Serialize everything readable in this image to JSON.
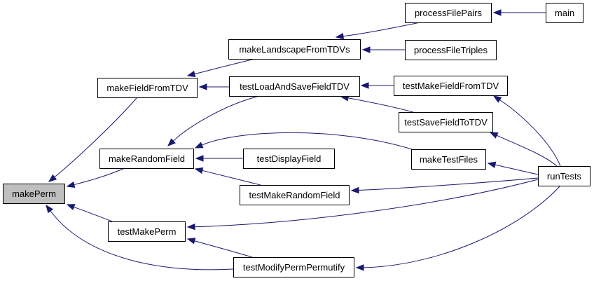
{
  "graph": {
    "edge_color": "#191970",
    "highlight_fill": "#bfbfbf",
    "nodes": [
      {
        "id": "makePerm",
        "label": "makePerm",
        "highlight": true
      },
      {
        "id": "makeFieldFromTDV",
        "label": "makeFieldFromTDV"
      },
      {
        "id": "makeRandomField",
        "label": "makeRandomField"
      },
      {
        "id": "testMakePerm",
        "label": "testMakePerm"
      },
      {
        "id": "testModifyPermPermutify",
        "label": "testModifyPermPermutify"
      },
      {
        "id": "makeLandscapeFromTDVs",
        "label": "makeLandscapeFromTDVs"
      },
      {
        "id": "testLoadAndSaveFieldTDV",
        "label": "testLoadAndSaveFieldTDV"
      },
      {
        "id": "testDisplayField",
        "label": "testDisplayField"
      },
      {
        "id": "testMakeRandomField",
        "label": "testMakeRandomField"
      },
      {
        "id": "processFilePairs",
        "label": "processFilePairs"
      },
      {
        "id": "processFileTriples",
        "label": "processFileTriples"
      },
      {
        "id": "testMakeFieldFromTDV",
        "label": "testMakeFieldFromTDV"
      },
      {
        "id": "testSaveFieldToTDV",
        "label": "testSaveFieldToTDV"
      },
      {
        "id": "makeTestFiles",
        "label": "makeTestFiles"
      },
      {
        "id": "main",
        "label": "main"
      },
      {
        "id": "runTests",
        "label": "runTests"
      }
    ],
    "edges": [
      {
        "from": "makeFieldFromTDV",
        "to": "makePerm"
      },
      {
        "from": "makeRandomField",
        "to": "makePerm"
      },
      {
        "from": "testMakePerm",
        "to": "makePerm"
      },
      {
        "from": "testModifyPermPermutify",
        "to": "makePerm"
      },
      {
        "from": "makeLandscapeFromTDVs",
        "to": "makeFieldFromTDV"
      },
      {
        "from": "testLoadAndSaveFieldTDV",
        "to": "makeFieldFromTDV"
      },
      {
        "from": "testLoadAndSaveFieldTDV",
        "to": "makeRandomField"
      },
      {
        "from": "testDisplayField",
        "to": "makeRandomField"
      },
      {
        "from": "testMakeRandomField",
        "to": "makeRandomField"
      },
      {
        "from": "makeTestFiles",
        "to": "makeRandomField"
      },
      {
        "from": "processFilePairs",
        "to": "makeLandscapeFromTDVs"
      },
      {
        "from": "processFileTriples",
        "to": "makeLandscapeFromTDVs"
      },
      {
        "from": "testMakeFieldFromTDV",
        "to": "testLoadAndSaveFieldTDV"
      },
      {
        "from": "testSaveFieldToTDV",
        "to": "testLoadAndSaveFieldTDV"
      },
      {
        "from": "main",
        "to": "processFilePairs"
      },
      {
        "from": "runTests",
        "to": "testMakeFieldFromTDV"
      },
      {
        "from": "runTests",
        "to": "testSaveFieldToTDV"
      },
      {
        "from": "runTests",
        "to": "makeTestFiles"
      },
      {
        "from": "runTests",
        "to": "testMakeRandomField"
      },
      {
        "from": "runTests",
        "to": "testMakePerm"
      },
      {
        "from": "runTests",
        "to": "testModifyPermPermutify"
      },
      {
        "from": "testModifyPermPermutify",
        "to": "testMakePerm"
      }
    ]
  }
}
